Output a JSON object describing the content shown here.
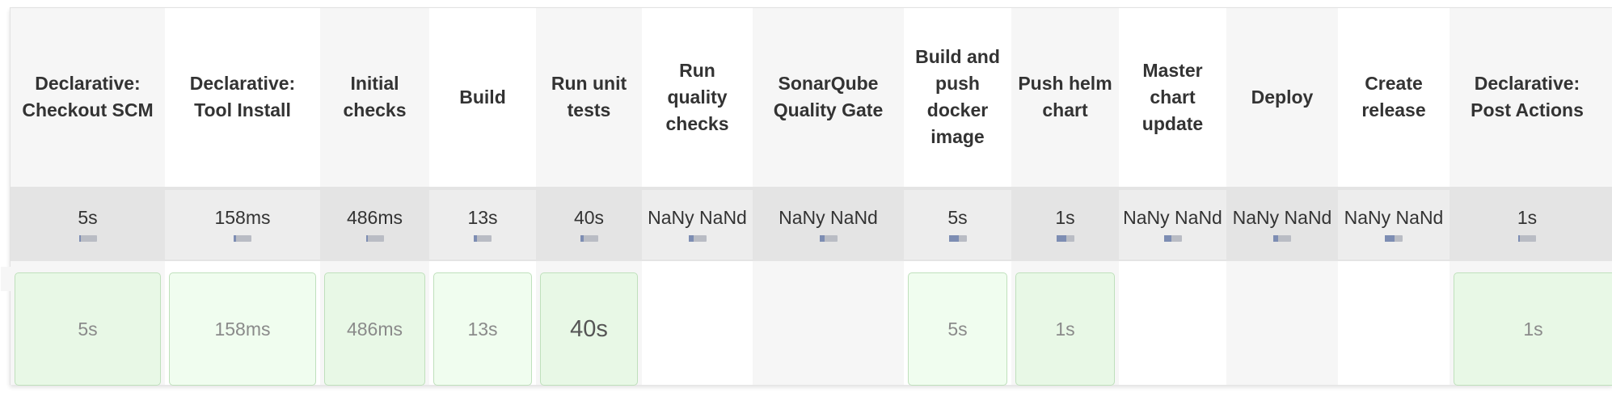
{
  "stages": [
    {
      "name": "Declarative: Checkout SCM",
      "avg": "5s",
      "bar_fill": 0.1,
      "run": "5s",
      "status": "success"
    },
    {
      "name": "Declarative: Tool Install",
      "avg": "158ms",
      "bar_fill": 0.15,
      "run": "158ms",
      "status": "success"
    },
    {
      "name": "Initial checks",
      "avg": "486ms",
      "bar_fill": 0.1,
      "run": "486ms",
      "status": "success"
    },
    {
      "name": "Build",
      "avg": "13s",
      "bar_fill": 0.2,
      "run": "13s",
      "status": "success"
    },
    {
      "name": "Run unit tests",
      "avg": "40s",
      "bar_fill": 0.2,
      "run": "40s",
      "status": "success"
    },
    {
      "name": "Run quality checks",
      "avg": "NaNy NaNd",
      "bar_fill": 0.3,
      "run": "",
      "status": "not-run"
    },
    {
      "name": "SonarQube Quality Gate",
      "avg": "NaNy NaNd",
      "bar_fill": 0.3,
      "run": "",
      "status": "not-run"
    },
    {
      "name": "Build and push docker image",
      "avg": "5s",
      "bar_fill": 0.55,
      "run": "5s",
      "status": "success"
    },
    {
      "name": "Push helm chart",
      "avg": "1s",
      "bar_fill": 0.55,
      "run": "1s",
      "status": "success"
    },
    {
      "name": "Master chart update",
      "avg": "NaNy NaNd",
      "bar_fill": 0.45,
      "run": "",
      "status": "not-run"
    },
    {
      "name": "Deploy",
      "avg": "NaNy NaNd",
      "bar_fill": 0.25,
      "run": "",
      "status": "not-run"
    },
    {
      "name": "Create release",
      "avg": "NaNy NaNd",
      "bar_fill": 0.55,
      "run": "",
      "status": "not-run"
    },
    {
      "name": "Declarative: Post Actions",
      "avg": "1s",
      "bar_fill": 0.1,
      "run": "1s",
      "status": "success"
    }
  ],
  "colors": {
    "success_fill": "#e8f8e6",
    "success_fill_light": "#f0fdef",
    "success_border": "#bfe0bc",
    "header_alt": "#f6f6f6",
    "avg_row": "#ededed"
  }
}
